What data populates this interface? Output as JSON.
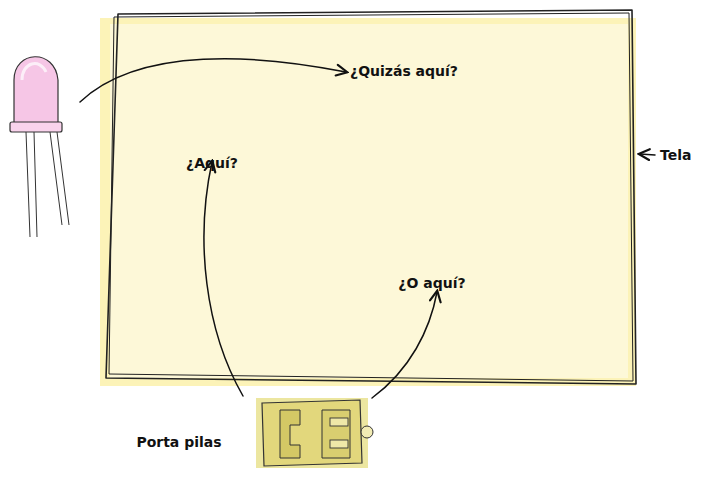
{
  "diagram": {
    "nodes": [
      {
        "text": [
          "Tela"
        ]
      }
    ],
    "labels": [
      "¿Quizás aquí?",
      "¿Aquí?",
      "¿O aquí?",
      "Porta pilas"
    ]
  }
}
